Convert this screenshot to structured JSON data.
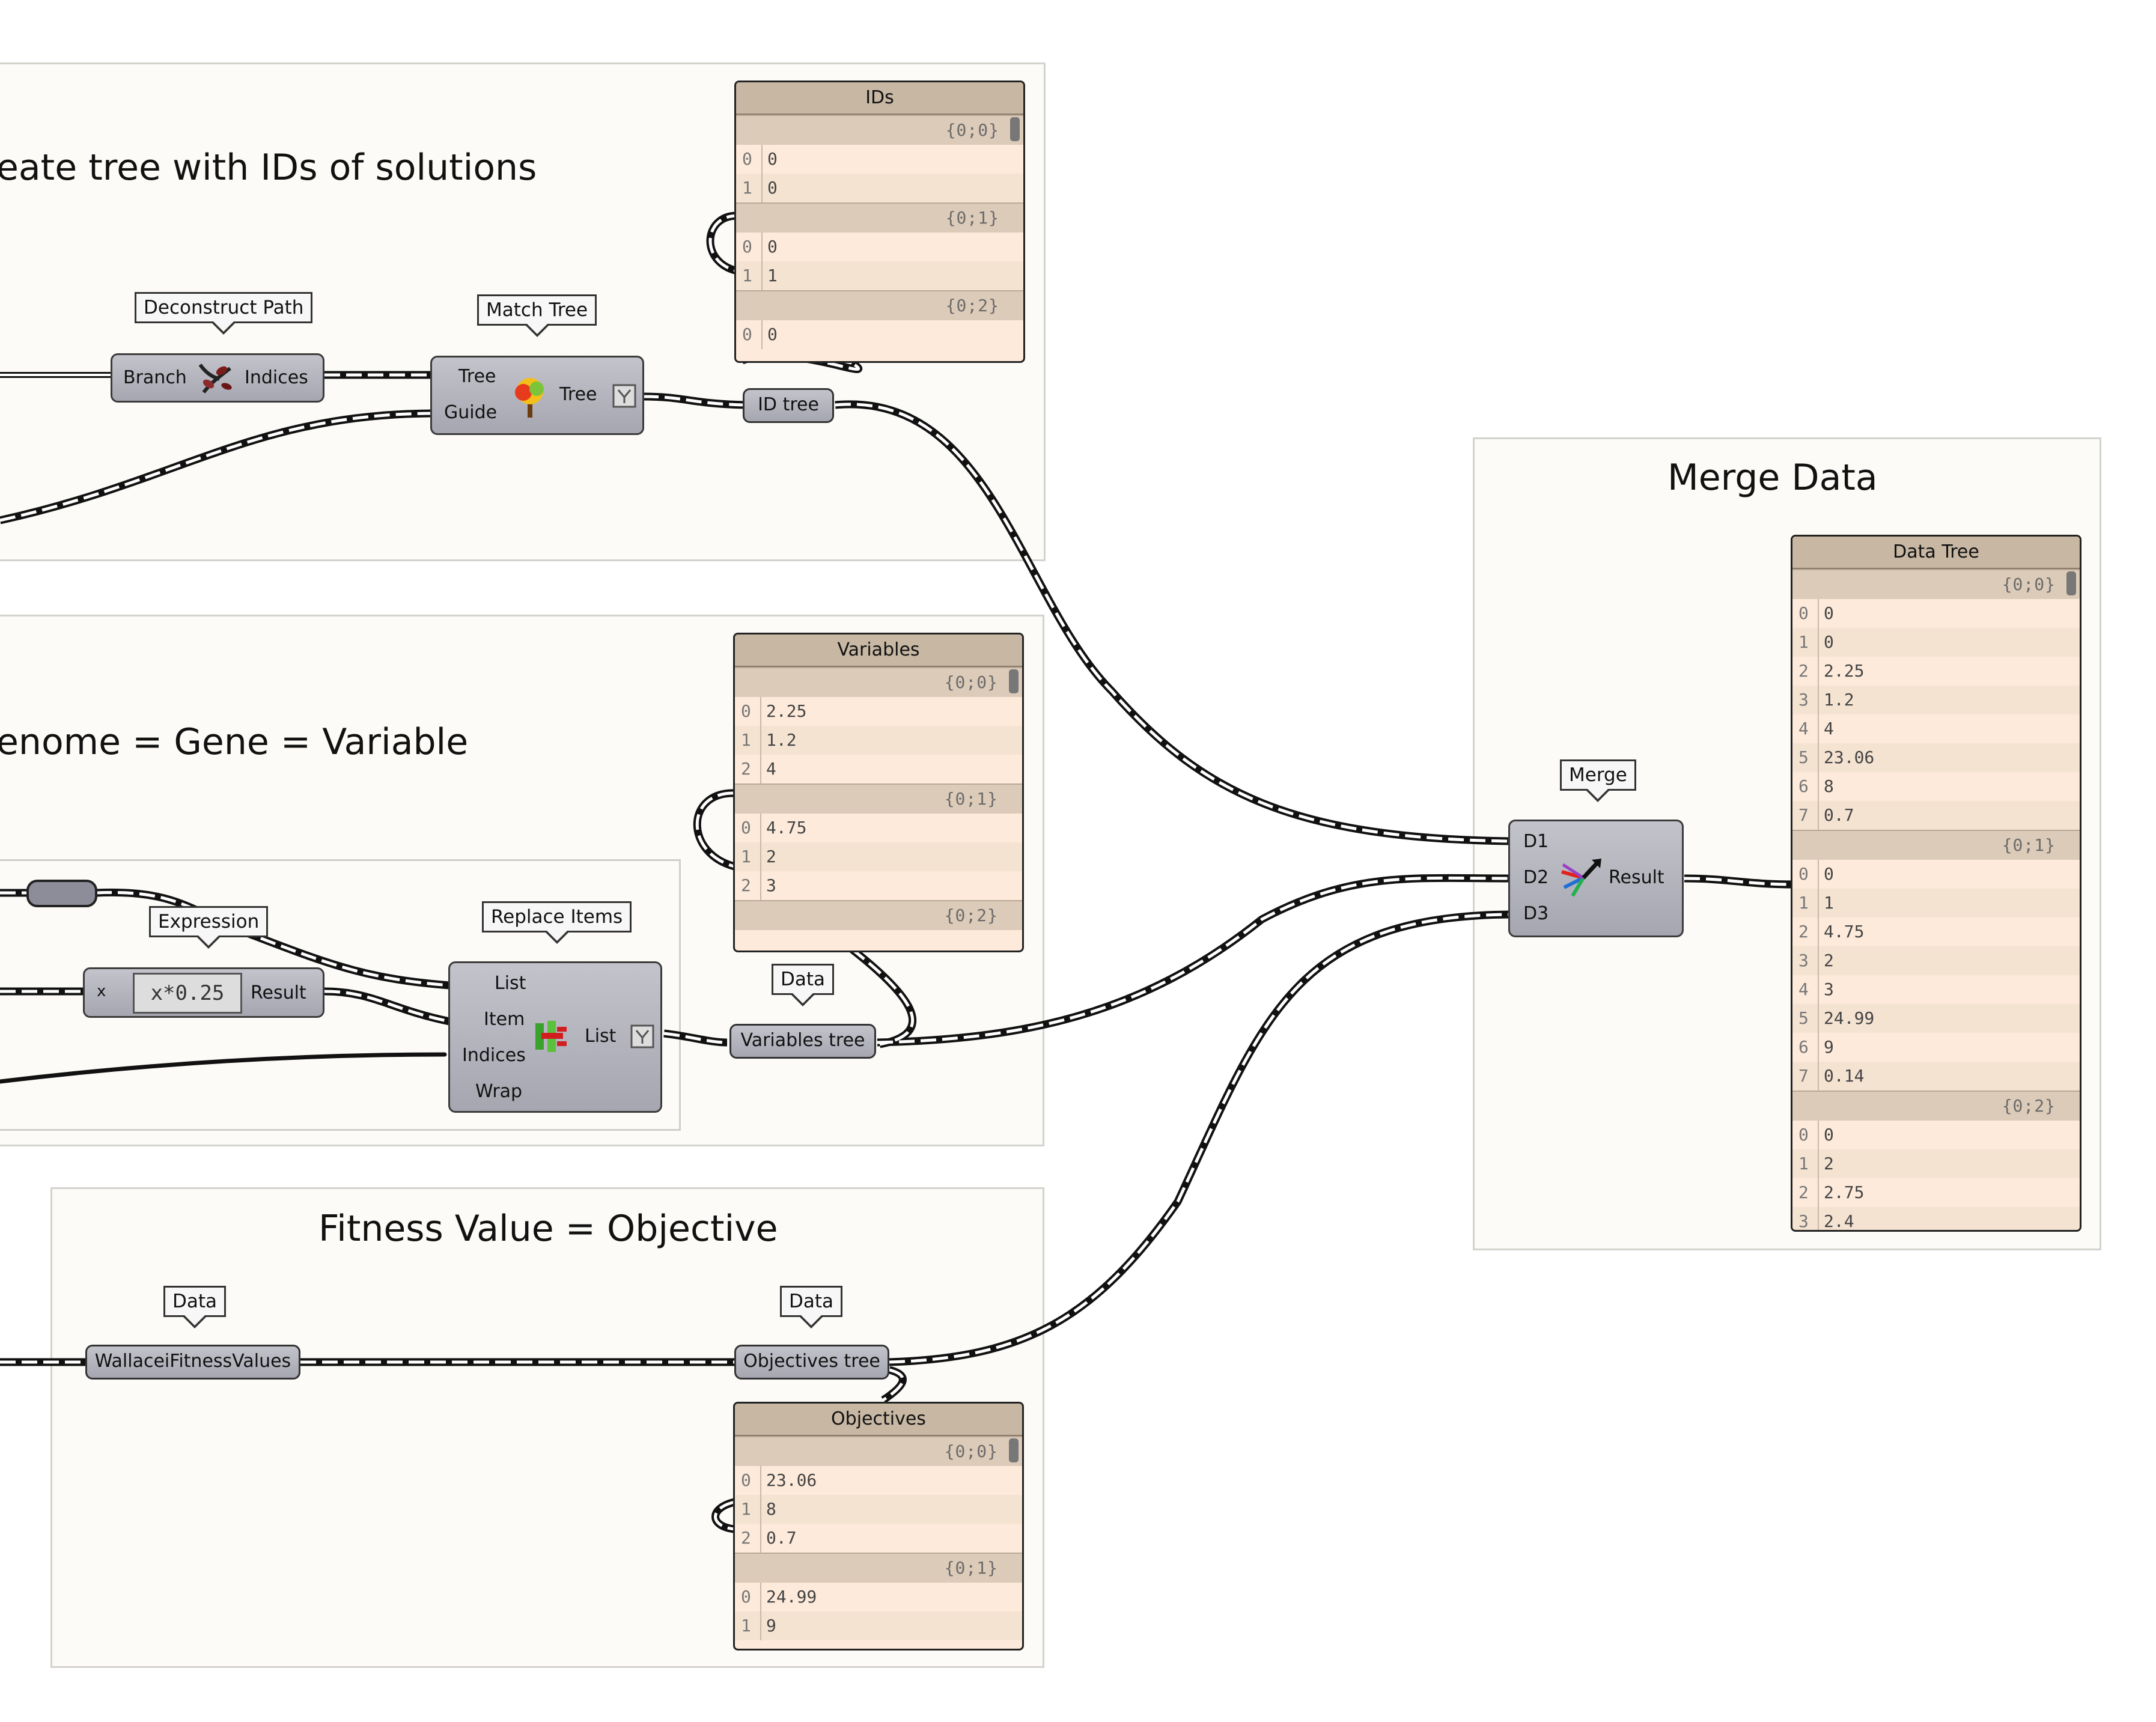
{
  "groups": {
    "ids_title": "eate tree with IDs of solutions",
    "genome_title": "enome = Gene = Variable",
    "fitness_title": "Fitness Value = Objective",
    "merge_title": "Merge Data"
  },
  "components": {
    "deconstruct_path": {
      "tag": "Deconstruct Path",
      "input": "Branch",
      "output": "Indices"
    },
    "match_tree": {
      "tag": "Match Tree",
      "input_tree": "Tree",
      "input_guide": "Guide",
      "output": "Tree"
    },
    "id_tree": {
      "label": "ID tree"
    },
    "expression": {
      "tag": "Expression",
      "input": "x",
      "formula": "x*0.25",
      "output": "Result"
    },
    "replace_items": {
      "tag": "Replace Items",
      "in_list": "List",
      "in_item": "Item",
      "in_indices": "Indices",
      "in_wrap": "Wrap",
      "output": "List"
    },
    "variables_tree": {
      "tag": "Data",
      "label": "Variables tree"
    },
    "wallacei_fitness": {
      "tag": "Data",
      "label": "WallaceiFitnessValues"
    },
    "objectives_tree": {
      "tag": "Data",
      "label": "Objectives tree"
    },
    "merge": {
      "tag": "Merge",
      "in_d1": "D1",
      "in_d2": "D2",
      "in_d3": "D3",
      "output": "Result"
    }
  },
  "panels": {
    "ids": {
      "title": "IDs",
      "rows": [
        {
          "path": "{0;0}"
        },
        {
          "i": "0",
          "v": "0"
        },
        {
          "i": "1",
          "v": "0"
        },
        {
          "path": "{0;1}"
        },
        {
          "i": "0",
          "v": "0"
        },
        {
          "i": "1",
          "v": "1"
        },
        {
          "path": "{0;2}"
        },
        {
          "i": "0",
          "v": "0"
        }
      ]
    },
    "variables": {
      "title": "Variables",
      "rows": [
        {
          "path": "{0;0}"
        },
        {
          "i": "0",
          "v": "2.25"
        },
        {
          "i": "1",
          "v": "1.2"
        },
        {
          "i": "2",
          "v": "4"
        },
        {
          "path": "{0;1}"
        },
        {
          "i": "0",
          "v": "4.75"
        },
        {
          "i": "1",
          "v": "2"
        },
        {
          "i": "2",
          "v": "3"
        },
        {
          "path": "{0;2}"
        }
      ]
    },
    "objectives": {
      "title": "Objectives",
      "rows": [
        {
          "path": "{0;0}"
        },
        {
          "i": "0",
          "v": "23.06"
        },
        {
          "i": "1",
          "v": "8"
        },
        {
          "i": "2",
          "v": "0.7"
        },
        {
          "path": "{0;1}"
        },
        {
          "i": "0",
          "v": "24.99"
        },
        {
          "i": "1",
          "v": "9"
        }
      ]
    },
    "data_tree": {
      "title": "Data Tree",
      "rows": [
        {
          "path": "{0;0}"
        },
        {
          "i": "0",
          "v": "0"
        },
        {
          "i": "1",
          "v": "0"
        },
        {
          "i": "2",
          "v": "2.25"
        },
        {
          "i": "3",
          "v": "1.2"
        },
        {
          "i": "4",
          "v": "4"
        },
        {
          "i": "5",
          "v": "23.06"
        },
        {
          "i": "6",
          "v": "8"
        },
        {
          "i": "7",
          "v": "0.7"
        },
        {
          "path": "{0;1}"
        },
        {
          "i": "0",
          "v": "0"
        },
        {
          "i": "1",
          "v": "1"
        },
        {
          "i": "2",
          "v": "4.75"
        },
        {
          "i": "3",
          "v": "2"
        },
        {
          "i": "4",
          "v": "3"
        },
        {
          "i": "5",
          "v": "24.99"
        },
        {
          "i": "6",
          "v": "9"
        },
        {
          "i": "7",
          "v": "0.14"
        },
        {
          "path": "{0;2}"
        },
        {
          "i": "0",
          "v": "0"
        },
        {
          "i": "1",
          "v": "2"
        },
        {
          "i": "2",
          "v": "2.75"
        },
        {
          "i": "3",
          "v": "2.4"
        }
      ]
    }
  },
  "colors": {
    "canvas": "#ffffff",
    "group_fill": "#fcfbf7",
    "component_fill": "#b4b4bf",
    "panel_fill": "#fdeada",
    "panel_header": "#c7b7a3",
    "wire": "#111111"
  }
}
